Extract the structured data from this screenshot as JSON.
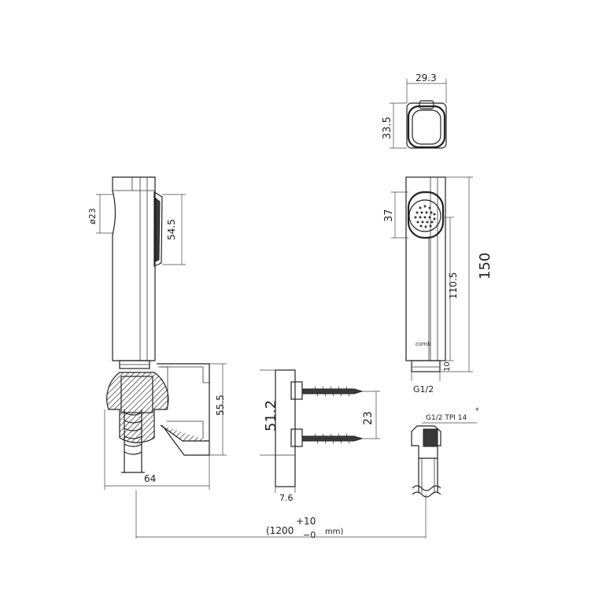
{
  "dimensions": {
    "head_width": "29.3",
    "head_height": "33.5",
    "diameter": "ø23",
    "button_length": "54.5",
    "spray_face": "37",
    "total_length": "150",
    "lever_to_base": "110.5",
    "thread_height": "10",
    "thread_spec": "G1/2",
    "holder_height": "55.5",
    "holder_depth": "64",
    "bracket_height": "51.2",
    "screw_spacing": "23",
    "bracket_thickness": "7.6",
    "hose_thread": "G1/2 TPI 14",
    "hose_tolerance_plus": "+10",
    "hose_length": "(1200",
    "hose_tolerance_minus": "−0",
    "hose_unit": "mm)"
  },
  "brand_mark": "comb"
}
